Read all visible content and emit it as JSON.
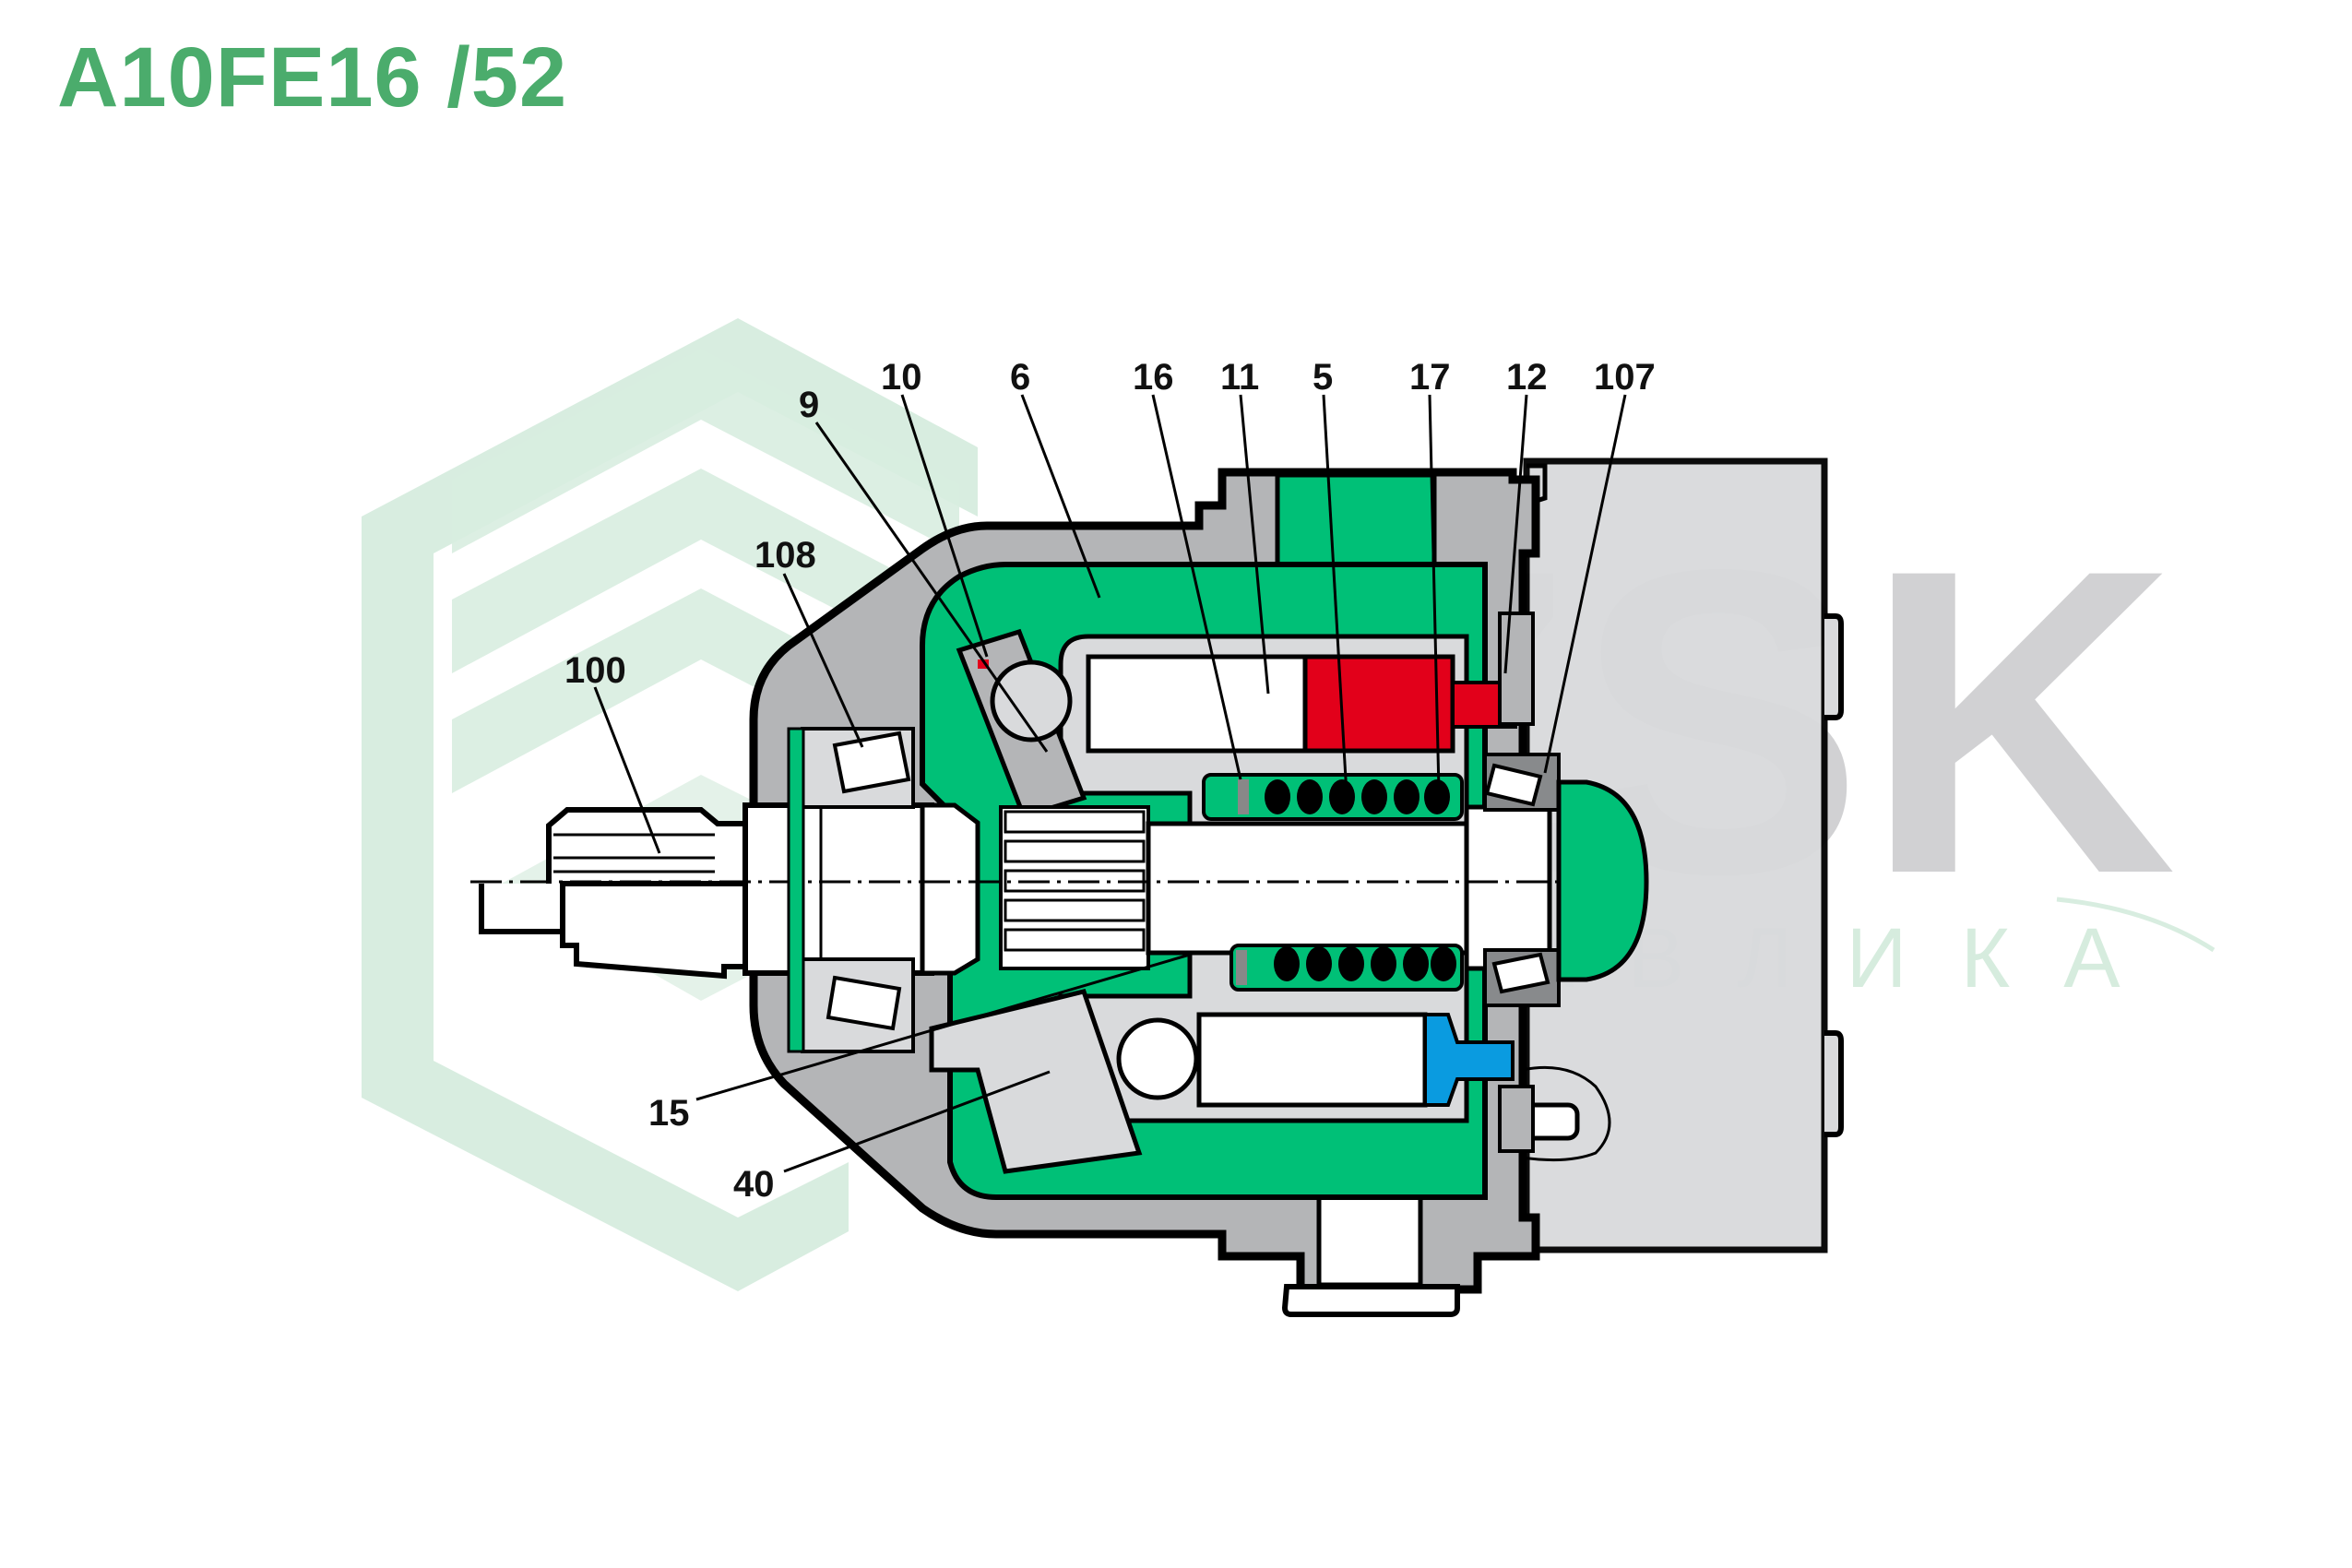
{
  "title": "A10FE16 /52",
  "watermark": {
    "logo_text": "ZSK",
    "subtitle": "ГИДРАВЛИКА"
  },
  "colors": {
    "title": "#4bac6c",
    "housing": "#b4b5b7",
    "housing_light": "#d9dadc",
    "fluid_green": "#00c077",
    "high_pressure": "#e2001a",
    "low_pressure": "#0a9be0",
    "watermark_green": "#d8ede0"
  },
  "callouts": [
    {
      "id": "9",
      "label": "9"
    },
    {
      "id": "10",
      "label": "10"
    },
    {
      "id": "6",
      "label": "6"
    },
    {
      "id": "16",
      "label": "16"
    },
    {
      "id": "11",
      "label": "11"
    },
    {
      "id": "5",
      "label": "5"
    },
    {
      "id": "17",
      "label": "17"
    },
    {
      "id": "12",
      "label": "12"
    },
    {
      "id": "107",
      "label": "107"
    },
    {
      "id": "108",
      "label": "108"
    },
    {
      "id": "100",
      "label": "100"
    },
    {
      "id": "15",
      "label": "15"
    },
    {
      "id": "40",
      "label": "40"
    }
  ]
}
